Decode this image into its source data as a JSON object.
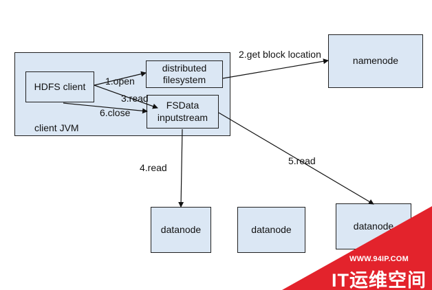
{
  "diagram": {
    "client_jvm": {
      "label": "client JVM"
    },
    "hdfs_client": {
      "label": "HDFS client"
    },
    "distributed_filesystem": {
      "label_line1": "distributed",
      "label_line2": "filesystem"
    },
    "fsdata_inputstream": {
      "label_line1": "FSData",
      "label_line2": "inputstream"
    },
    "namenode": {
      "label": "namenode"
    },
    "datanodes": [
      {
        "label": "datanode"
      },
      {
        "label": "datanode"
      },
      {
        "label": "datanode"
      }
    ],
    "edges": {
      "open": "1.open",
      "get_block_location": "2.get block location",
      "read_3": "3.read",
      "read_4": "4.read",
      "read_5": "5.read",
      "close_6": "6.close"
    }
  },
  "watermark": {
    "url": "WWW.94IP.COM",
    "text": "IT运维空间",
    "color": "#e3232c"
  }
}
